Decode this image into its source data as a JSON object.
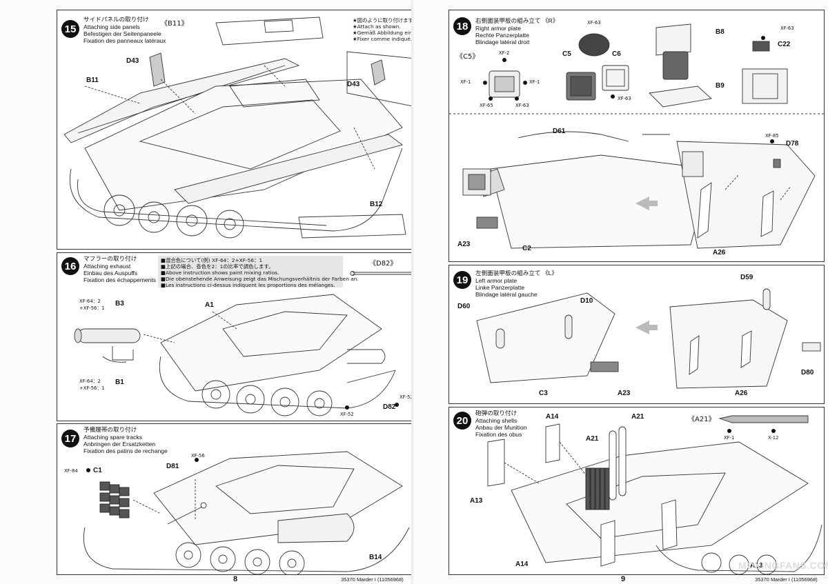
{
  "steps": {
    "s15": {
      "num": "15",
      "jp": "サイドパネルの取り付け",
      "en": "Attaching side panels",
      "de": "Befestigen der Seitenpaneele",
      "fr": "Fixation des panneaux latéraux",
      "ref": "《B11》",
      "labels": {
        "d43a": "D43",
        "b11": "B11",
        "b12": "B12",
        "d43b": "D43"
      },
      "notes": [
        "★図のように取り付けます。",
        "★Attach as shown.",
        "★Gemäß Abbildung einbauen.",
        "★Fixer comme indiqué."
      ]
    },
    "s16": {
      "num": "16",
      "jp": "マフラーの取り付け",
      "en": "Attaching exhaust",
      "de": "Einbau des Auspuffs",
      "fr": "Fixation des échappements",
      "ref": "《D82》",
      "notes": [
        "■混合色について(例) XF-64：2+XF-56：1",
        "■上記の場合、各色を2：1の比率で調色します。",
        "■Above instruction shows paint mixing ratios.",
        "■Die obenstehende Anweisung zeigt das Mischungsverhältnis der Farben an.",
        "■Les instructions ci-dessus indiquent les proportions des mélanges."
      ],
      "labels": {
        "b3": "B3",
        "b1": "B1",
        "a1": "A1",
        "d82": "D82",
        "xf52a": "XF-52",
        "xf52b": "XF-52"
      },
      "mix1a": "XF-64：2",
      "mix1b": "+XF-56：1",
      "mix2a": "XF-64：2",
      "mix2b": "+XF-56：1"
    },
    "s17": {
      "num": "17",
      "jp": "予備履帯の取り付け",
      "en": "Attaching spare tracks",
      "de": "Anbringen der Ersatzketten",
      "fr": "Fixation des patins de rechange",
      "labels": {
        "c1": "C1",
        "d81": "D81",
        "b14": "B14",
        "xf84": "XF-84",
        "xf56": "XF-56"
      }
    },
    "s18": {
      "num": "18",
      "jp": "右側面装甲板の組み立て",
      "ref": "《R》",
      "en": "Right armor plate",
      "de": "Rechte Panzerplatte",
      "fr": "Blindage latéral droit",
      "labels": {
        "c5ref": "《C5》",
        "xf2": "XF-2",
        "xf1a": "XF-1",
        "xf1b": "XF-1",
        "xf65": "XF-65",
        "xf63a": "XF-63",
        "c5": "C5",
        "c6": "C6",
        "xf63b": "XF-63",
        "xf63c": "XF-63",
        "b8": "B8",
        "b9": "B9",
        "xf63d": "XF-63",
        "c22": "C22",
        "d61": "D61",
        "xf85": "XF-85",
        "d78": "D78",
        "a23": "A23",
        "c2": "C2",
        "a26": "A26"
      }
    },
    "s19": {
      "num": "19",
      "jp": "左側面装甲板の組み立て",
      "ref": "《L》",
      "en": "Left armor plate",
      "de": "Linke Panzerplatte",
      "fr": "Blindage latéral gauche",
      "labels": {
        "d60": "D60",
        "d10": "D10",
        "d59": "D59",
        "c3": "C3",
        "a23": "A23",
        "a26": "A26",
        "d80": "D80"
      }
    },
    "s20": {
      "num": "20",
      "jp": "砲弾の取り付け",
      "en": "Attaching shells",
      "de": "Anbau der Munition",
      "fr": "Fixation des obus",
      "ref": "《A21》",
      "labels": {
        "a14a": "A14",
        "a21a": "A21",
        "a21b": "A21",
        "a13a": "A13",
        "a14b": "A14",
        "a13b": "A13",
        "xf1": "XF-1",
        "x12": "X-12"
      }
    }
  },
  "footer": {
    "left_page": "8",
    "left_code": "35370 Marder I (11056968)",
    "right_page": "9",
    "right_code": "35370 Marder I (11056968)"
  },
  "watermark": "MOXINGFANS.COM"
}
